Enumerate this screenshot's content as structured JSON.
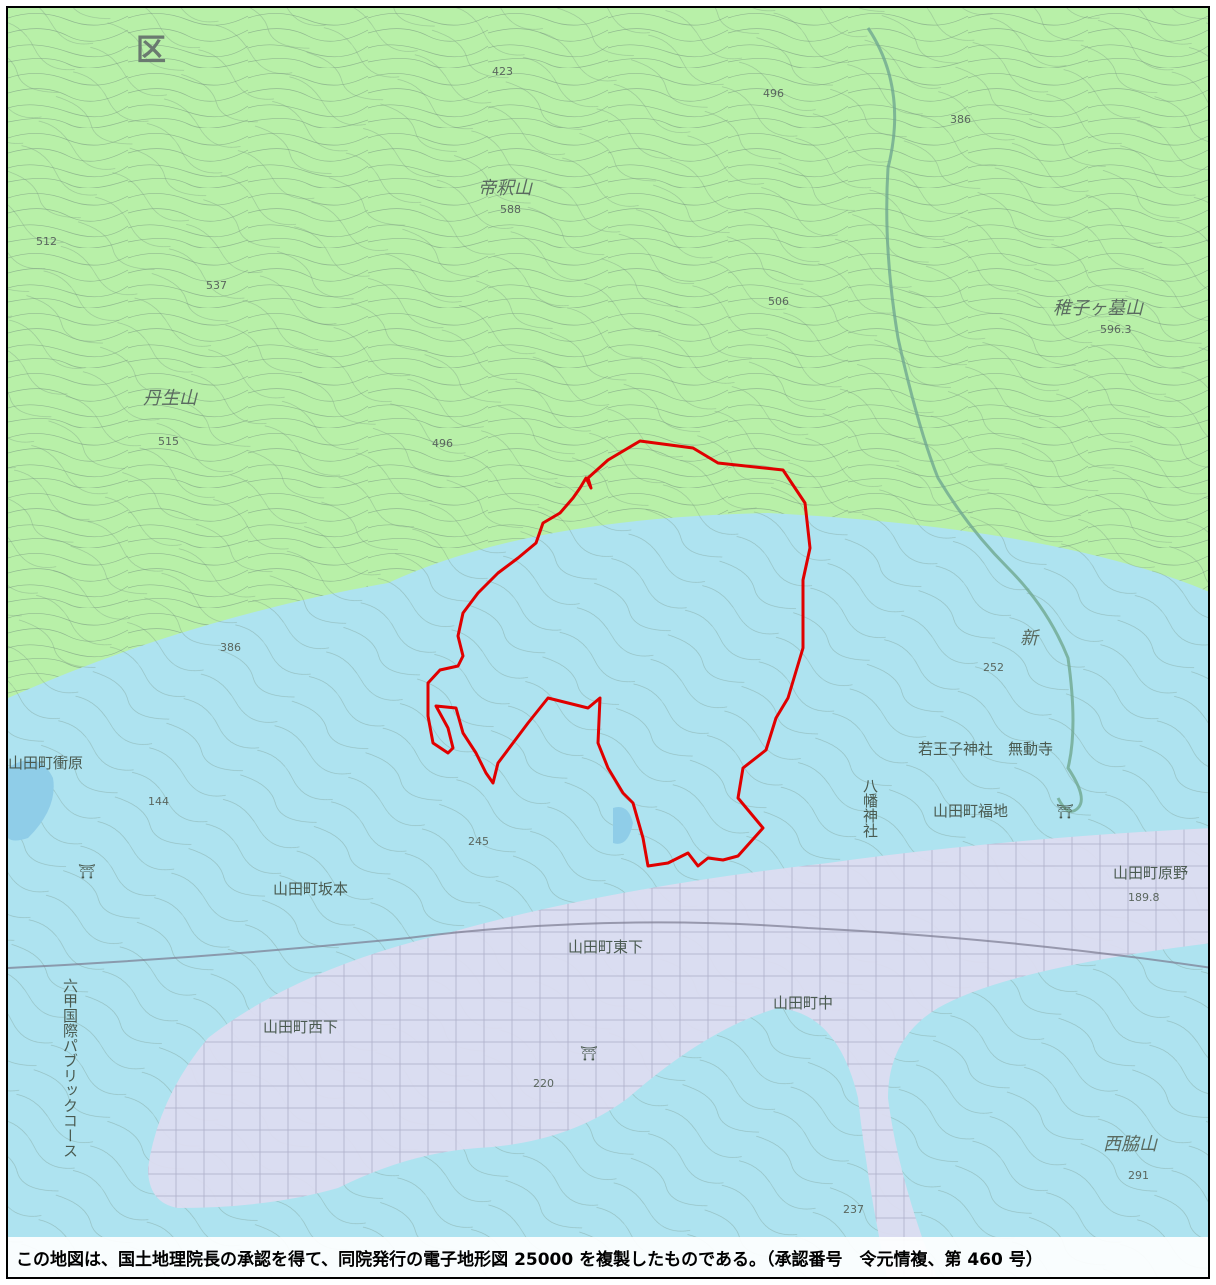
{
  "map": {
    "caption": "この地図は、国土地理院長の承認を得て、同院発行の電子地形図 25000 を複製したものである。（承認番号　令元情複、第 460 号）",
    "colors": {
      "upper_zone": "#b8f0a8",
      "middle_zone": "#aee3f0",
      "lower_zone": "#dcdcf0",
      "boundary": "#e00000",
      "contour": "#6f8a7a"
    },
    "labels": {
      "ward": "区",
      "mt_taishaku": "帝釈山",
      "mt_nyu": "丹生山",
      "mt_chigo": "稚子ヶ墓山",
      "mt_nishiwaki": "西脇山",
      "shinko": "新",
      "wakaoji": "若王子神社",
      "mudoji": "無動寺",
      "fukuchi": "山田町福地",
      "harano": "山田町原野",
      "sakamoto": "山田町坂本",
      "higashishita": "山田町東下",
      "nishishita": "山田町西下",
      "nakano": "山田町中",
      "shimotani": "山田町衝原",
      "hachiman": "八幡神社",
      "rokko_golf": "六甲国際パブリックコース"
    },
    "elevations": [
      "423",
      "496",
      "386",
      "588",
      "512",
      "537",
      "506",
      "596.3",
      "515",
      "496",
      "386",
      "252",
      "144",
      "245",
      "189.8",
      "220",
      "291",
      "237"
    ]
  }
}
